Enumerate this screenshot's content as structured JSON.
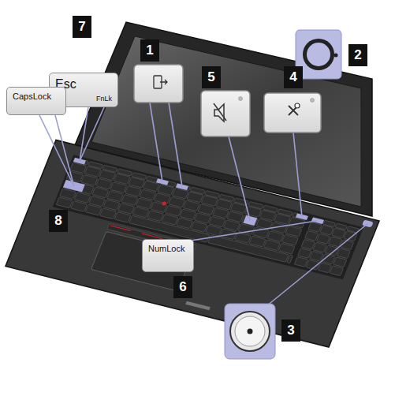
{
  "diagram": {
    "nodes": [
      {
        "text": [
          "Esc",
          "FnLk"
        ]
      },
      {
        "text": [
          "CapsLock"
        ]
      },
      {
        "text": [
          "NumLock"
        ]
      }
    ],
    "labels": [
      "7",
      "1",
      "2",
      "5",
      "4",
      "8",
      "6",
      "3"
    ]
  }
}
